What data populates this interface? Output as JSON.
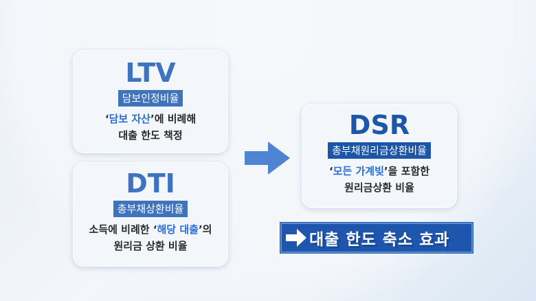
{
  "cards": {
    "ltv": {
      "abbr": "LTV",
      "label": "담보인정비율",
      "line1_quote_open": "‘",
      "line1_highlight": "담보 자산",
      "line1_rest": "’에 비례해",
      "line2": "대출 한도 책정"
    },
    "dti": {
      "abbr": "DTI",
      "label": "총부채상환비율",
      "line1_prefix": "소득에 비례한 ‘",
      "line1_highlight": "해당 대출",
      "line1_rest": "’의",
      "line2": "원리금 상환 비율"
    },
    "dsr": {
      "abbr": "DSR",
      "label": "총부채원리금상환비율",
      "line1_quote_open": "‘",
      "line1_highlight": "모든 가계빚",
      "line1_rest": "’을 포함한",
      "line2": "원리금상환 비율"
    }
  },
  "arrow_icon": "right-arrow-icon",
  "banner": {
    "icon": "right-arrow-icon",
    "text": "대출 한도 축소 효과"
  },
  "colors": {
    "accent": "#3f74bd",
    "dsr_accent": "#1d55a8",
    "highlight": "#2a6fd6"
  }
}
